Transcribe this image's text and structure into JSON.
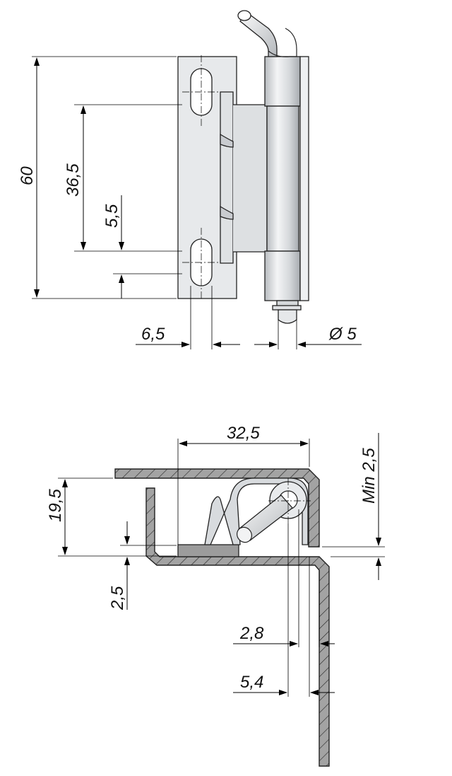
{
  "front_view": {
    "dimensions": {
      "overall_height": "60",
      "hole_spacing": "36,5",
      "slot_offset": "5,5",
      "slot_distance": "6,5",
      "pin_diameter": "Ø 5"
    }
  },
  "section_view": {
    "dimensions": {
      "width": "32,5",
      "height": "19,5",
      "min_gap": "Min 2,5",
      "sheet_thickness": "2,5",
      "dim_2_8": "2,8",
      "dim_5_4": "5,4"
    }
  },
  "colors": {
    "line": "#000000",
    "section_fill": "#9c9c9c",
    "metal": "#e6e8ea"
  }
}
